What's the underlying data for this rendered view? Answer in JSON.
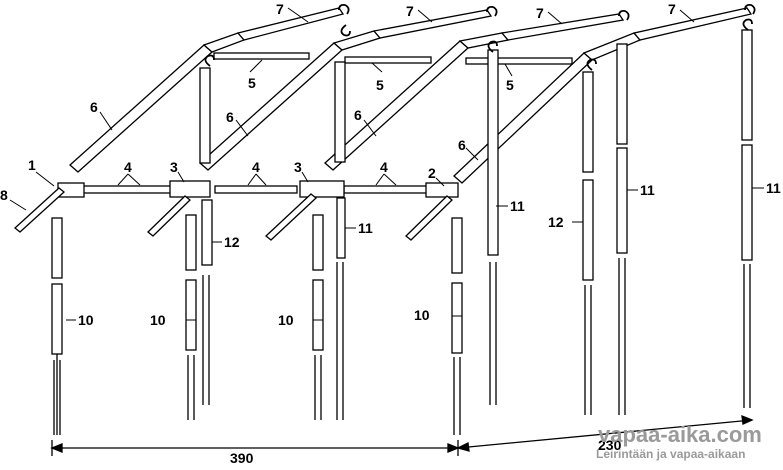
{
  "diagram": {
    "part_labels": {
      "p1": "1",
      "p2": "2",
      "p3a": "3",
      "p3b": "3",
      "p4a": "4",
      "p4b": "4",
      "p4c": "4",
      "p5a": "5",
      "p5b": "5",
      "p5c": "5",
      "p6a": "6",
      "p6b": "6",
      "p6c": "6",
      "p6d": "6",
      "p7a": "7",
      "p7b": "7",
      "p7c": "7",
      "p7d": "7",
      "p8": "8",
      "p10a": "10",
      "p10b": "10",
      "p10c": "10",
      "p10d": "10",
      "p11a": "11",
      "p11b": "11",
      "p11c": "11",
      "p11d": "11",
      "p12a": "12",
      "p12b": "12"
    },
    "dimensions": {
      "width": "390",
      "depth": "230"
    }
  },
  "watermark": {
    "line1": "vapaa-aika.com",
    "line2": "Leirintään ja vapaa-aikaan"
  }
}
